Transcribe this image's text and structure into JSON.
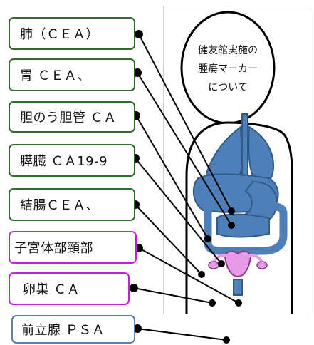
{
  "labels": [
    {
      "text": "肺（ＣＥＡ）",
      "variant": "green"
    },
    {
      "text": "胃 ＣＥＡ、",
      "variant": "green"
    },
    {
      "text": "胆のう胆管 ＣＡ",
      "variant": "green"
    },
    {
      "text": "膵臓 ＣＡ19-9",
      "variant": "green"
    },
    {
      "text": "結腸ＣＥＡ、",
      "variant": "green"
    },
    {
      "text": "子宮体部頸部",
      "variant": "purple"
    },
    {
      "text": "卵巣 ＣＡ",
      "variant": "purple"
    },
    {
      "text": "前立腺 ＰＳＡ",
      "variant": "blue"
    }
  ],
  "head_caption": {
    "line1": "健友館実施の",
    "line2": "腫瘍マーカー",
    "line3": "について"
  },
  "colors": {
    "organ_blue": "#4f7fb8",
    "organ_outline": "#2f5a8a",
    "uterus_pink": "#e79ae6",
    "green_border": "#2f6b2f",
    "purple_border": "#c21fd6",
    "blue_border": "#5c84a8"
  }
}
